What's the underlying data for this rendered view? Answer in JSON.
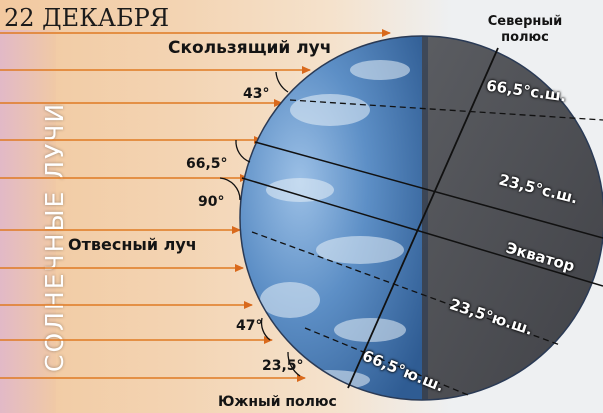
{
  "title": "22 ДЕКАБРЯ",
  "side_label": "СОЛНЕЧНЫЕ ЛУЧИ",
  "north_pole_label": "Северный полюс",
  "south_pole_label": "Южный полюс",
  "grazing_ray_label": "Скользящий луч",
  "vertical_ray_label": "Отвесный луч",
  "angles": {
    "a43": "43°",
    "a66_5": "66,5°",
    "a90": "90°",
    "a47": "47°",
    "a23_5": "23,5°"
  },
  "parallels": {
    "arctic": "66,5°с.ш.",
    "tropic_north": "23,5°с.ш.",
    "equator": "Экватор",
    "tropic_south": "23,5°ю.ш.",
    "antarctic": "66,5°ю.ш."
  },
  "colors": {
    "ray_line": "#e07a22",
    "ray_band": "#f2c9a0",
    "ocean": "#4f7fb8",
    "night": "#4b4d52",
    "title_text": "#1b1b1b",
    "side_text": "#ffffff"
  }
}
